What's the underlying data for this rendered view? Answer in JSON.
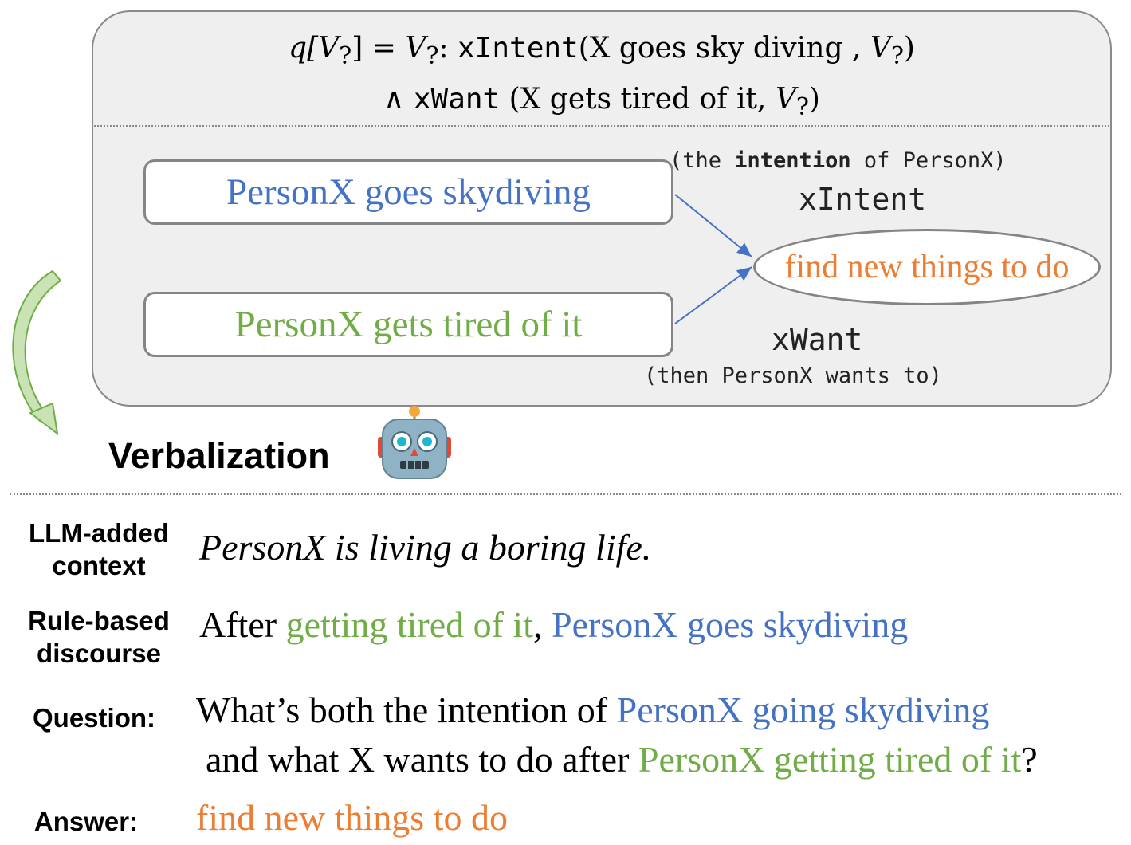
{
  "formula": {
    "line1": {
      "query": "q[V",
      "var_sub": "?",
      "bracket_eq": "] = ",
      "var": "V",
      "colon": ": ",
      "relation": "xIntent",
      "arg_open": "(X goes sky diving , ",
      "close": ")"
    },
    "line2": {
      "and": "∧ ",
      "relation": "xWant",
      "arg_open": " (X gets tired of it, ",
      "var": "V",
      "var_sub": "?",
      "close": ")"
    }
  },
  "graph": {
    "node_skydiving": "PersonX goes skydiving",
    "node_tired": "PersonX gets tired of it",
    "target": "find new things to do",
    "relation1": {
      "name": "xIntent",
      "gloss_pre": "(the ",
      "gloss_bold": "intention",
      "gloss_post": " of PersonX)"
    },
    "relation2": {
      "name": "xWant",
      "gloss": "(then PersonX wants to)"
    }
  },
  "verbalization": {
    "heading": "Verbalization",
    "icon": "robot-icon"
  },
  "rows": {
    "context": {
      "label_line1": "LLM-added",
      "label_line2": "context",
      "text": "PersonX is living a boring life."
    },
    "discourse": {
      "label_line1": "Rule-based",
      "label_line2": "discourse",
      "pre": "After ",
      "green": "getting tired of it",
      "comma": ", ",
      "blue": "PersonX goes skydiving"
    },
    "question": {
      "label": "Question:",
      "line1_pre": "What’s both the intention of ",
      "line1_blue": "PersonX going skydiving",
      "line2_pre": "and what X wants to do after ",
      "line2_green": "PersonX getting tired of it",
      "line2_post": "?"
    },
    "answer": {
      "label": "Answer:",
      "text": "find new things to do"
    }
  },
  "colors": {
    "blue": "#4472c4",
    "green": "#70ad47",
    "orange": "#ed7d31",
    "panel": "#efefef",
    "border": "#858585"
  }
}
